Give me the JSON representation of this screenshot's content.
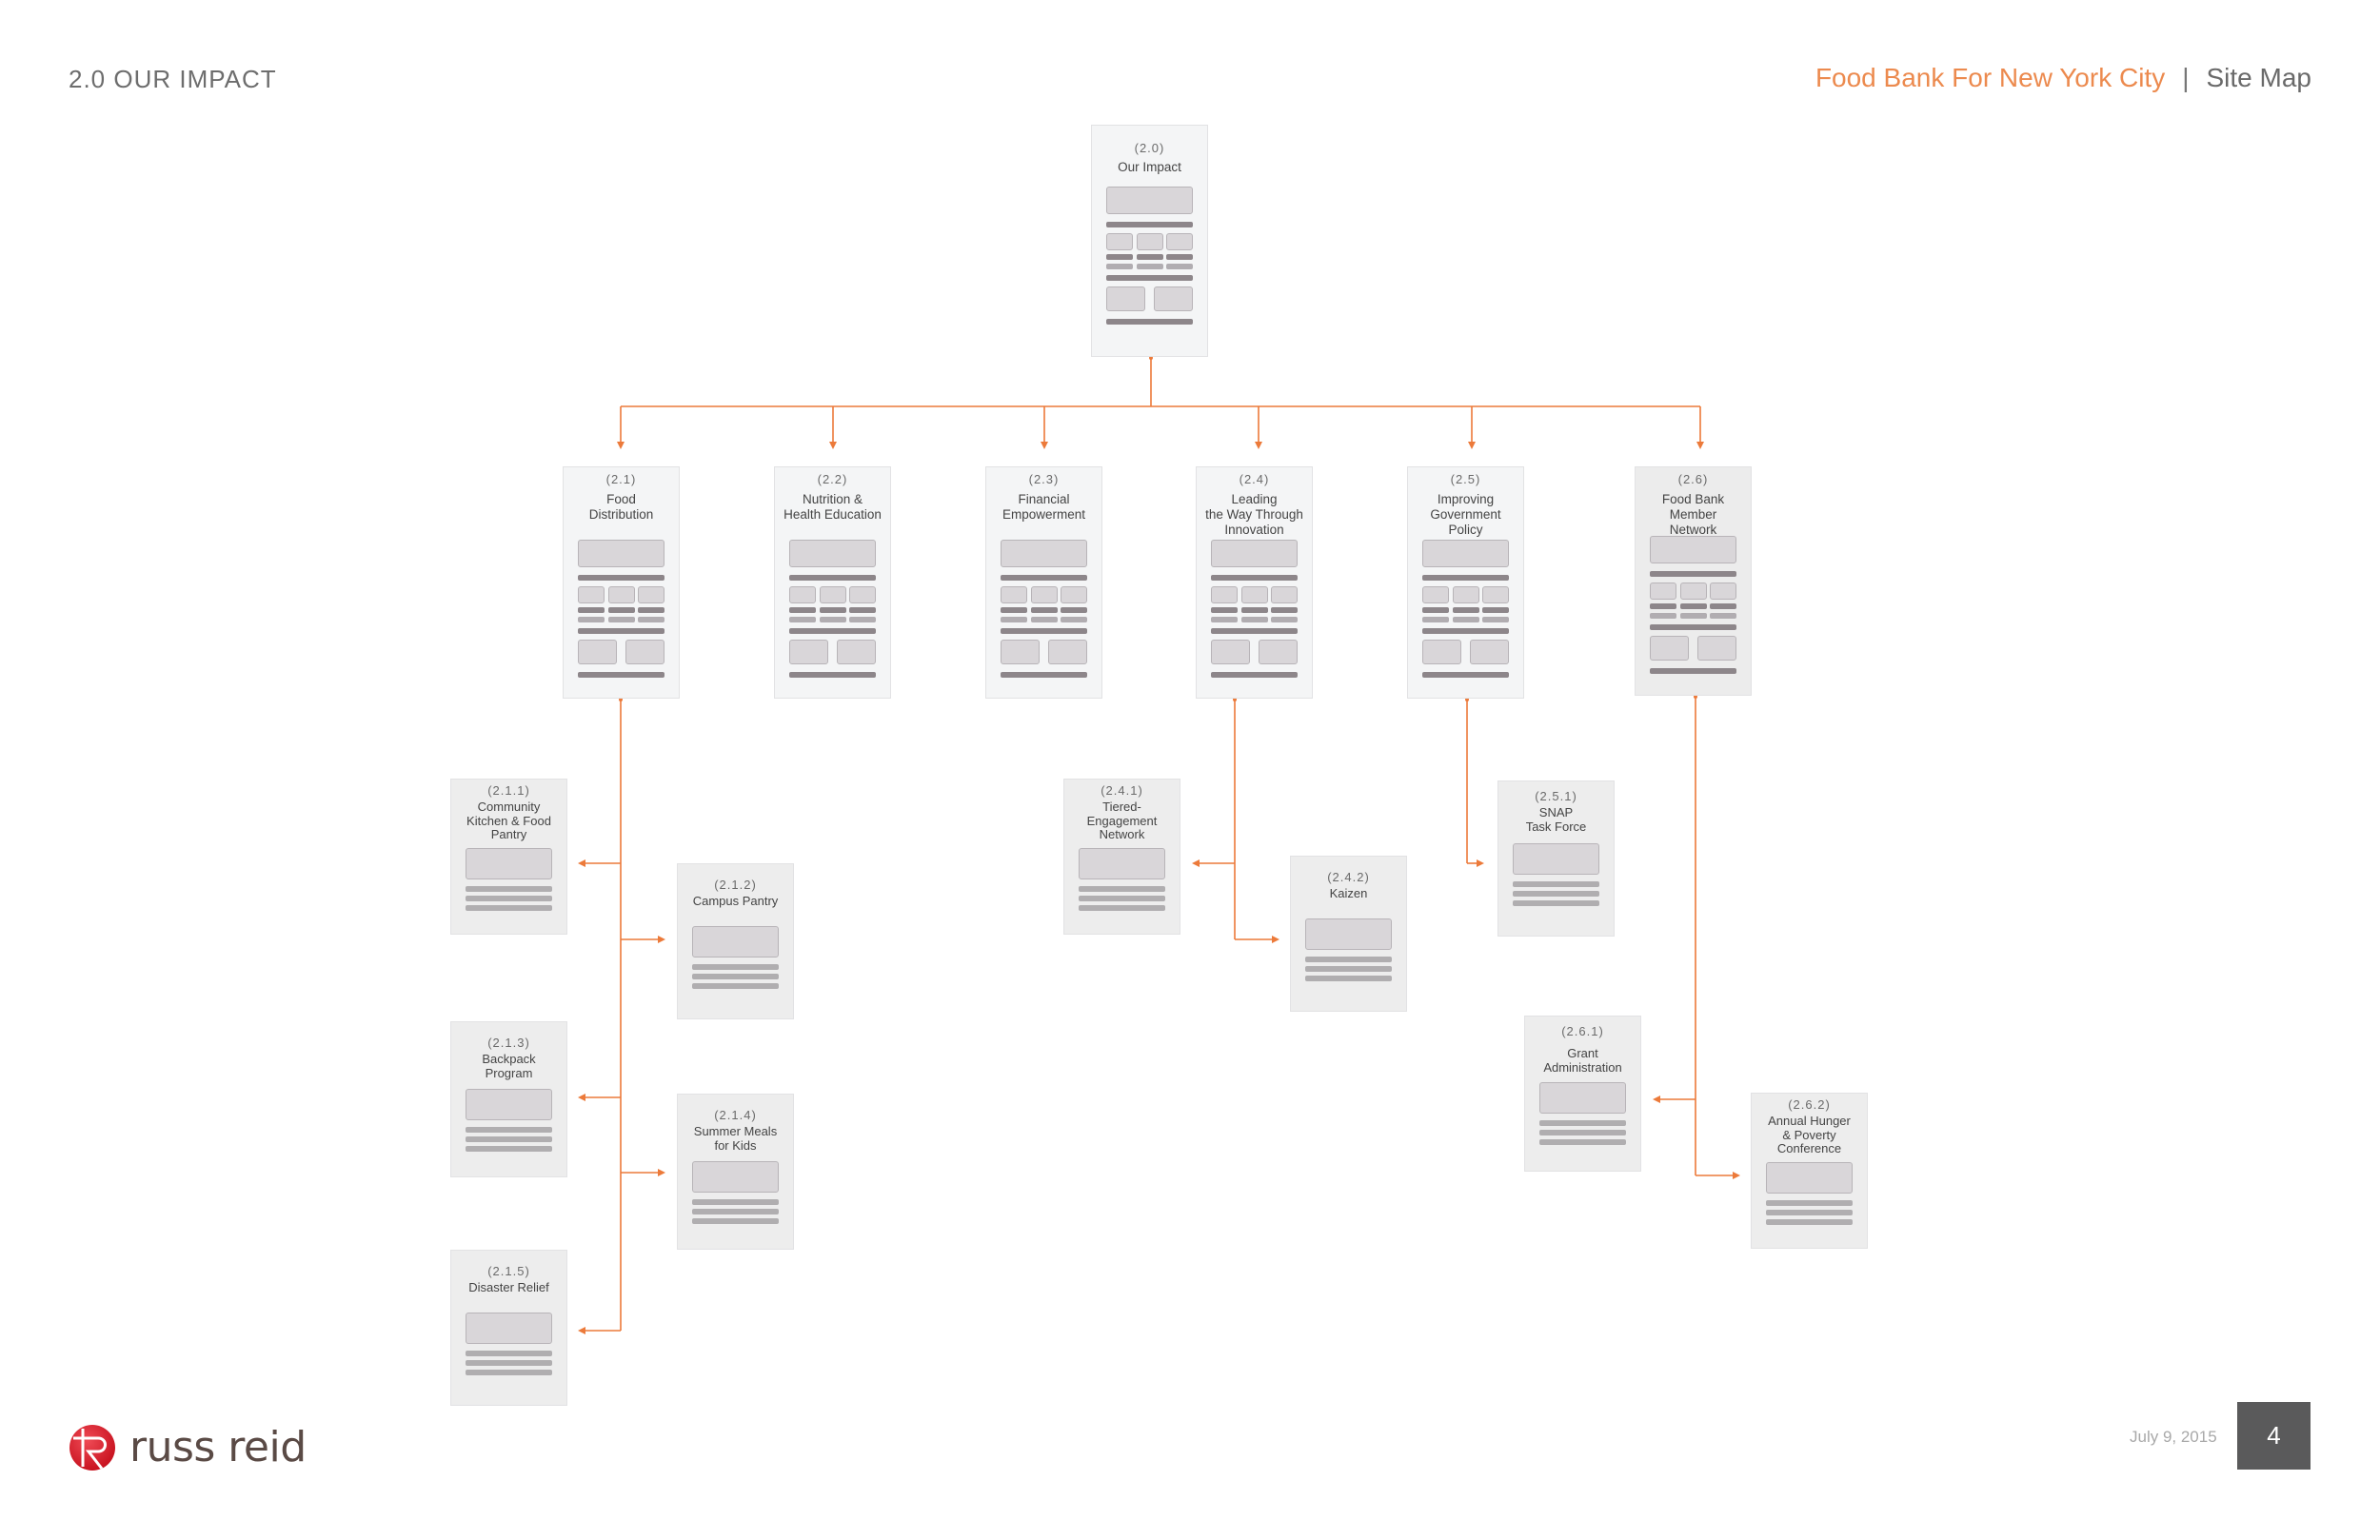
{
  "header": {
    "section_title": "2.0 OUR IMPACT",
    "client": "Food Bank For New York City",
    "separator": "|",
    "document": "Site Map"
  },
  "colors": {
    "accent": "#ec7a3a",
    "client_text": "#ec8a4e",
    "card_bg": "#f4f5f6",
    "subcard_bg": "#ededed",
    "page_box": "#5a5a5b"
  },
  "sitemap": {
    "root": {
      "id": "(2.0)",
      "name": "Our Impact"
    },
    "sections": [
      {
        "id": "(2.1)",
        "name": "Food\nDistribution"
      },
      {
        "id": "(2.2)",
        "name": "Nutrition &\nHealth Education"
      },
      {
        "id": "(2.3)",
        "name": "Financial\nEmpowerment"
      },
      {
        "id": "(2.4)",
        "name": "Leading\nthe Way Through\nInnovation"
      },
      {
        "id": "(2.5)",
        "name": "Improving\nGovernment\nPolicy"
      },
      {
        "id": "(2.6)",
        "name": "Food Bank\nMember\nNetwork"
      }
    ],
    "subpages": {
      "s2_1_1": {
        "id": "(2.1.1)",
        "name": "Community\nKitchen & Food\nPantry"
      },
      "s2_1_2": {
        "id": "(2.1.2)",
        "name": "Campus Pantry"
      },
      "s2_1_3": {
        "id": "(2.1.3)",
        "name": "Backpack\nProgram"
      },
      "s2_1_4": {
        "id": "(2.1.4)",
        "name": "Summer Meals\nfor Kids"
      },
      "s2_1_5": {
        "id": "(2.1.5)",
        "name": "Disaster Relief"
      },
      "s2_4_1": {
        "id": "(2.4.1)",
        "name": "Tiered-\nEngagement\nNetwork"
      },
      "s2_4_2": {
        "id": "(2.4.2)",
        "name": "Kaizen"
      },
      "s2_5_1": {
        "id": "(2.5.1)",
        "name": "SNAP\nTask Force"
      },
      "s2_6_1": {
        "id": "(2.6.1)",
        "name": "Grant\nAdministration"
      },
      "s2_6_2": {
        "id": "(2.6.2)",
        "name": "Annual Hunger\n& Poverty\nConference"
      }
    }
  },
  "footer": {
    "logo_text": "russ reid",
    "date": "July 9, 2015",
    "page_number": "4"
  }
}
